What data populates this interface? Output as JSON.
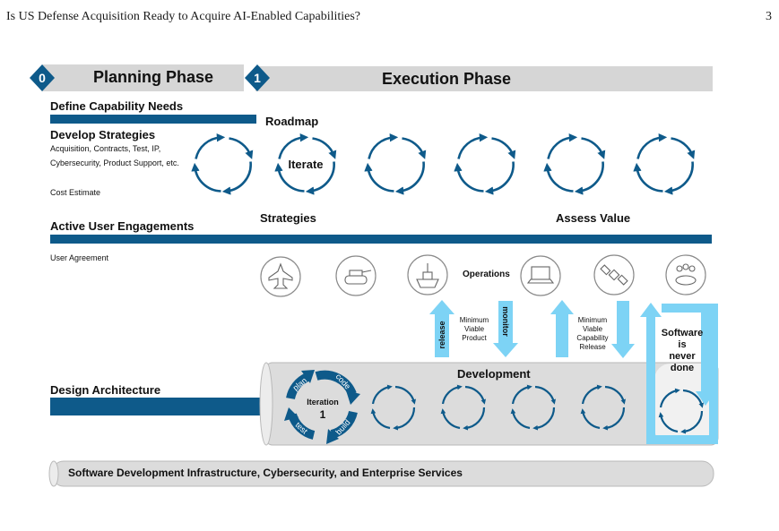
{
  "header": {
    "title": "Is US Defense Acquisition Ready to Acquire AI-Enabled Capabilities?",
    "page_number": "3"
  },
  "planning": {
    "number": "0",
    "label": "Planning Phase"
  },
  "execution": {
    "number": "1",
    "label": "Execution Phase"
  },
  "left": {
    "define_needs": "Define Capability Needs",
    "develop_strategies": "Develop Strategies",
    "strategies_line1": "Acquisition, Contracts, Test, IP,",
    "strategies_line2": "Cybersecurity, Product Support, etc.",
    "cost_estimate": "Cost Estimate",
    "active_user": "Active User Engagements",
    "user_agreement": "User Agreement",
    "design_architecture": "Design Architecture"
  },
  "top": {
    "roadmap": "Roadmap",
    "iterate": "Iterate",
    "strategies": "Strategies",
    "assess_value": "Assess Value"
  },
  "ops": {
    "operations": "Operations",
    "release": "release",
    "monitor": "monitor",
    "mvp": [
      "Minimum",
      "Viable",
      "Product"
    ],
    "mvcr": [
      "Minimum",
      "Viable",
      "Capability",
      "Release"
    ],
    "never_done": [
      "Software",
      "is",
      "never",
      "done"
    ]
  },
  "dev": {
    "label": "Development",
    "iteration_label": "Iteration",
    "iteration_number": "1",
    "cycle": [
      "plan",
      "code",
      "build",
      "test"
    ]
  },
  "infrastructure": "Software Development Infrastructure, Cybersecurity, and Enterprise Services",
  "icons": [
    "fighter-jet-icon",
    "tank-icon",
    "ship-icon",
    "laptop-icon",
    "satellite-icon",
    "team-meeting-icon"
  ],
  "colors": {
    "navy": "#0e5a8a",
    "grey": "#d6d6d6",
    "light_blue": "#7dd3f5"
  }
}
